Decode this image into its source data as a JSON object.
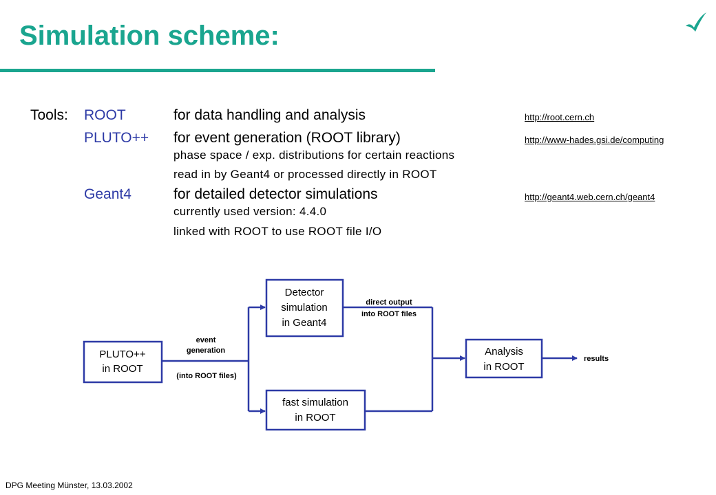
{
  "slide": {
    "title": "Simulation scheme:",
    "tools_label": "Tools:",
    "tools": [
      {
        "name": "ROOT",
        "description": "for data handling and analysis",
        "link": "http://root.cern.ch",
        "details": []
      },
      {
        "name": "PLUTO++",
        "description": "for event generation (ROOT library)",
        "link": "http://www-hades.gsi.de/computing",
        "details": [
          "phase space / exp. distributions for certain reactions",
          "read in by Geant4 or processed directly in ROOT"
        ]
      },
      {
        "name": "Geant4",
        "description": "for detailed detector simulations",
        "link": "http://geant4.web.cern.ch/geant4",
        "details": [
          "currently used version: 4.4.0",
          "linked with ROOT to use ROOT file I/O"
        ]
      }
    ],
    "footer": "DPG Meeting Münster,  13.03.2002"
  },
  "diagram": {
    "boxes": {
      "pluto": [
        "PLUTO++",
        "in ROOT"
      ],
      "detector": [
        "Detector",
        "simulation",
        "in Geant4"
      ],
      "fast": [
        "fast simulation",
        "in ROOT"
      ],
      "analysis": [
        "Analysis",
        "in ROOT"
      ]
    },
    "labels": {
      "event_generation": [
        "event",
        "generation"
      ],
      "into_root_files": "(into ROOT files)",
      "direct_output": [
        "direct output",
        "into ROOT files"
      ],
      "results": "results"
    }
  },
  "colors": {
    "title": "#1aa58f",
    "tool_name": "#2d3aa6",
    "flow_line": "#2d3aa6",
    "logo": "#1aa58f"
  },
  "icons": {
    "logo": "checkmark-swoosh-icon"
  }
}
